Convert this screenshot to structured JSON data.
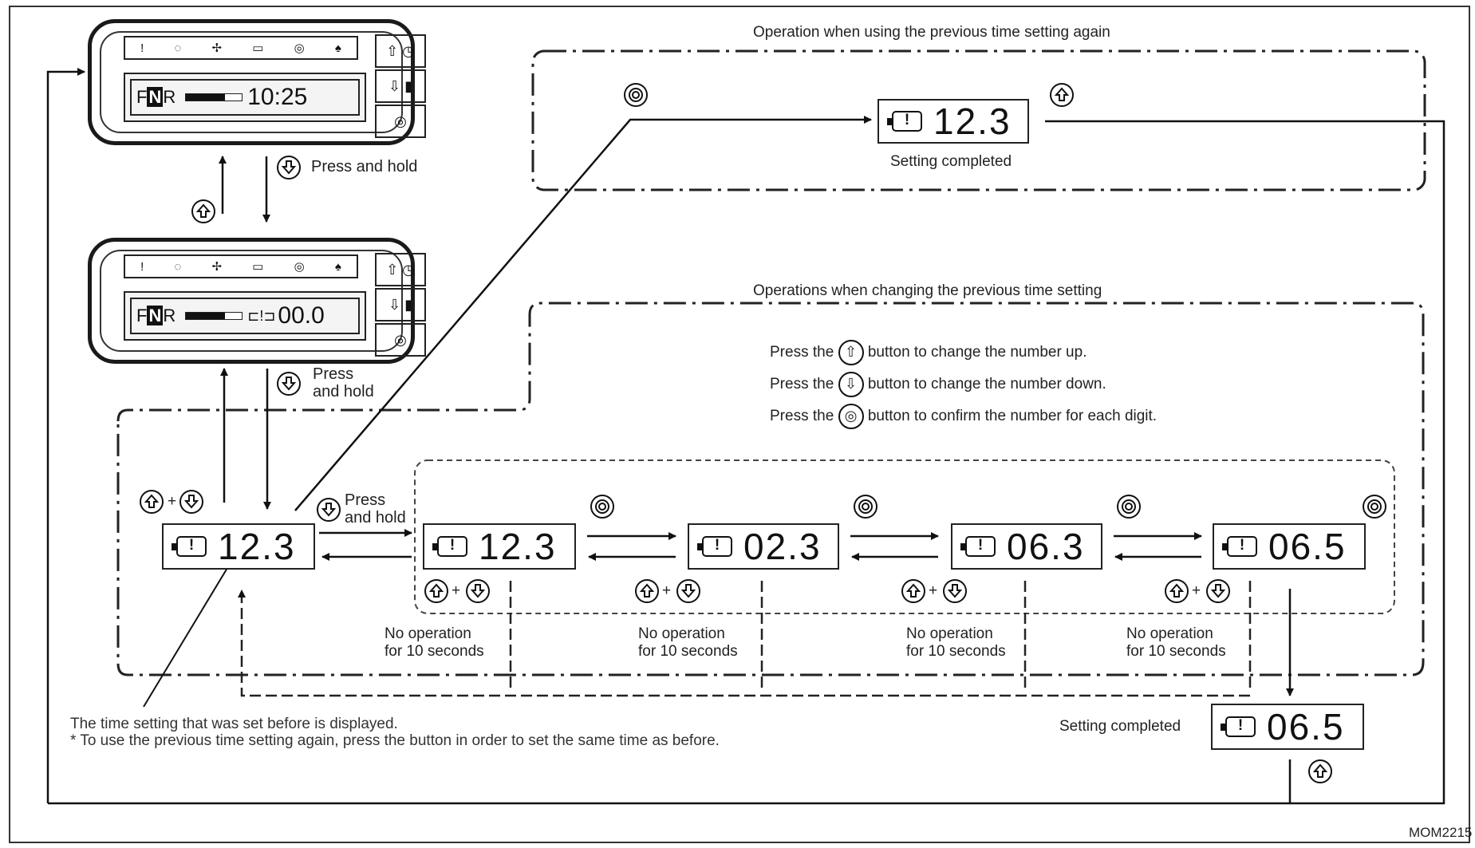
{
  "headings": {
    "previous_again": "Operation when using the previous time setting again",
    "changing": "Operations when changing the previous time setting"
  },
  "instructions": [
    {
      "prefix": "Press the",
      "icon": "up-arrow-button",
      "text": "button to change the number up."
    },
    {
      "prefix": "Press the",
      "icon": "down-arrow-button",
      "text": "button to change the number down."
    },
    {
      "prefix": "Press the",
      "icon": "confirm-button",
      "text": "button to confirm the number for each digit."
    }
  ],
  "labels": {
    "press_and_hold": "Press and hold",
    "press": "Press",
    "and_hold": "and hold",
    "setting_completed": "Setting completed",
    "no_operation_l1": "No operation",
    "no_operation_l2": "for 10 seconds"
  },
  "displays": {
    "top_prev": "12.3",
    "main": "12.3",
    "step1": "12.3",
    "step2": "02.3",
    "step3": "06.3",
    "step4": "06.5",
    "final": "06.5",
    "battery_symbol": "!"
  },
  "panels": {
    "top": {
      "fnr_f": "F",
      "fnr_n": "N",
      "fnr_r": "R",
      "time": "10:25"
    },
    "bottom": {
      "fnr_f": "F",
      "fnr_n": "N",
      "fnr_r": "R",
      "time": "00.0"
    }
  },
  "notes": {
    "line1": "The time setting that was set before is displayed.",
    "line2": "* To use the previous time setting again, press the button in order to set the same time as before."
  },
  "figure_code": "MOM2215",
  "plus": "+"
}
